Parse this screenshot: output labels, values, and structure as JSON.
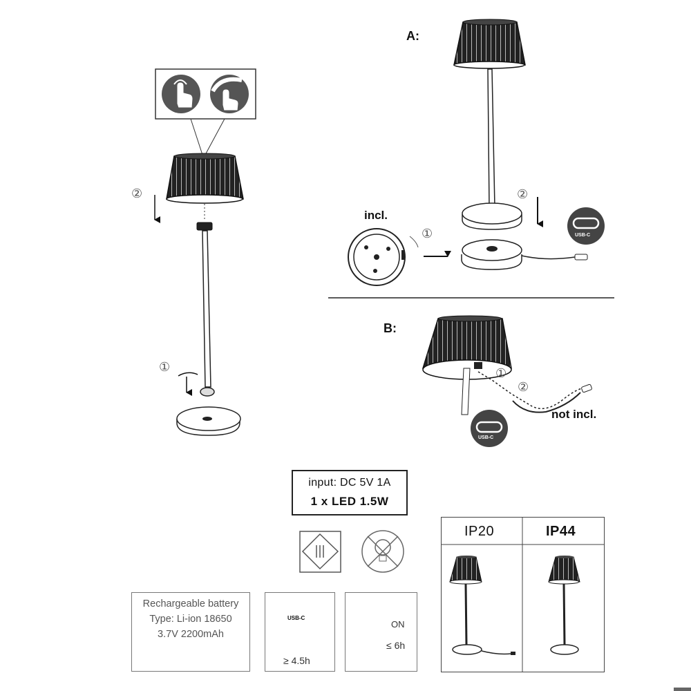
{
  "section_a": {
    "label": "A:",
    "incl": "incl.",
    "usb_badge": "USB-C"
  },
  "section_b": {
    "label": "B:",
    "not_incl": "not incl.",
    "usb_badge": "USB-C"
  },
  "steps": {
    "one": "①",
    "two": "②"
  },
  "spec": {
    "input": "input: DC 5V 1A",
    "led": "1 x LED 1.5W"
  },
  "battery": {
    "line1": "Rechargeable battery",
    "line2": "Type: Li-ion 18650",
    "line3": "3.7V 2200mAh"
  },
  "charge": {
    "usb": "USB-C",
    "time": "≥ 4.5h"
  },
  "runtime": {
    "on": "ON",
    "time": "≤ 6h"
  },
  "ip": {
    "left": "IP20",
    "right": "IP44"
  },
  "icons": [
    "touch-tap-icon",
    "touch-dim-icon",
    "class-iii-icon",
    "led-not-replaceable-icon",
    "battery-charging-icon",
    "usb-c-icon",
    "lamp-on-icon",
    "arrow-down-icon"
  ]
}
